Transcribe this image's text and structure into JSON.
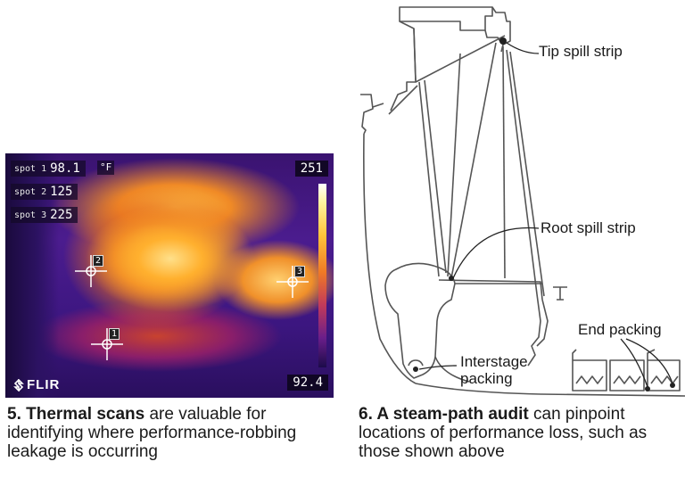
{
  "figure5": {
    "readouts": [
      {
        "label": "spot 1",
        "value": "98.1"
      },
      {
        "label": "spot 2",
        "value": "125"
      },
      {
        "label": "spot 3",
        "value": "225"
      }
    ],
    "unit": "°F",
    "scale_max": "251",
    "scale_min": "92.4",
    "logo": "FLIR",
    "spot_markers": [
      "1",
      "2",
      "3"
    ],
    "caption_lead": "5. Thermal scans",
    "caption_rest": " are valuable for identifying where performance-robbing leakage is occurring"
  },
  "figure6": {
    "labels": {
      "tip_spill": "Tip spill strip",
      "root_spill": "Root spill strip",
      "end_packing": "End packing",
      "interstage_line1": "Interstage",
      "interstage_line2": "packing"
    },
    "caption_lead": "6. A steam-path audit",
    "caption_rest": " can pinpoint locations of performance loss, such as those shown above"
  }
}
